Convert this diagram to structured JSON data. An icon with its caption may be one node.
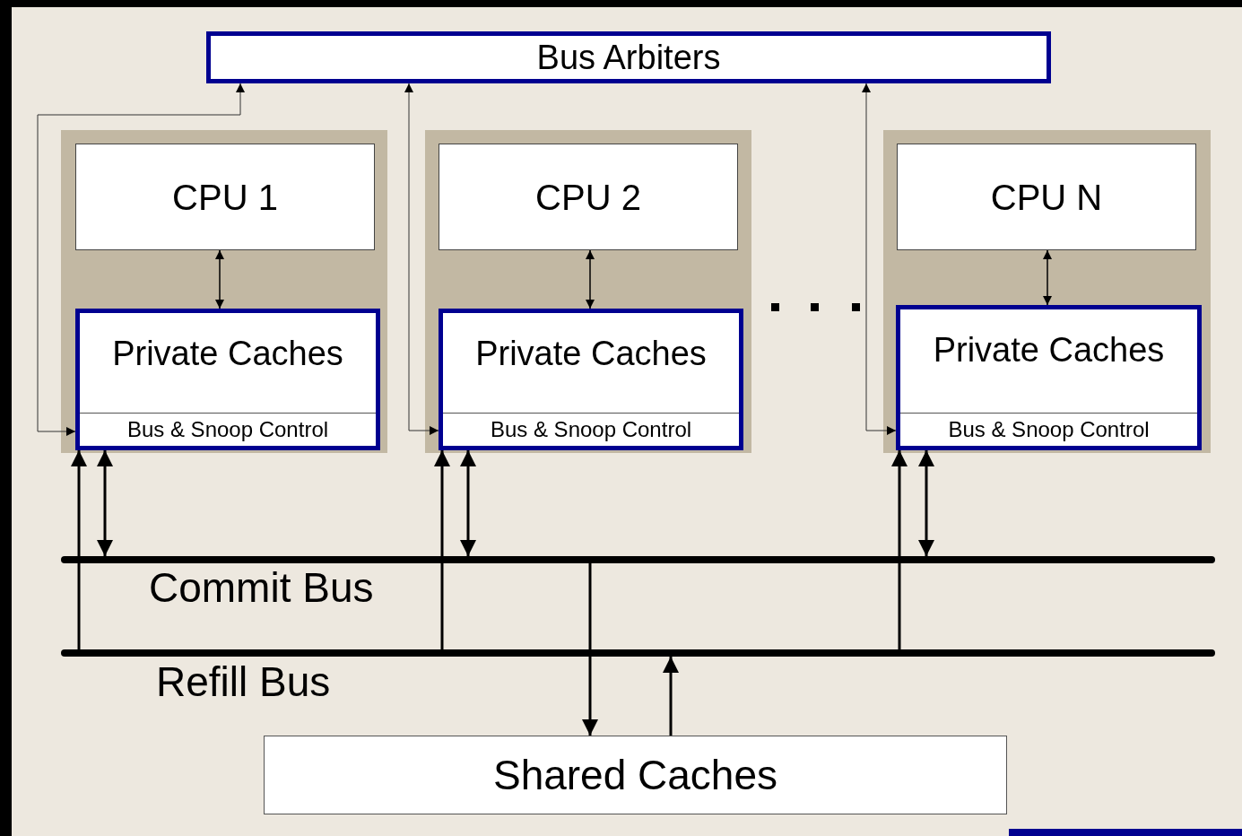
{
  "diagram": {
    "nodes": [
      {
        "text": [
          "Bus Arbiters"
        ]
      },
      {
        "text": [],
        "shape": "box"
      },
      {
        "text": [
          "CPU 1"
        ],
        "in": 1
      },
      {
        "text": [
          "Private Caches",
          "Bus & Snoop Control"
        ],
        "in": 1
      },
      {
        "text": [],
        "shape": "box"
      },
      {
        "text": [
          "CPU 2"
        ],
        "in": 4
      },
      {
        "text": [
          "Private Caches",
          "Bus & Snoop Control"
        ],
        "in": 4
      },
      {
        "text": [],
        "shape": "box"
      },
      {
        "text": [
          "CPU N"
        ],
        "in": 7
      },
      {
        "text": [
          "Private Caches",
          "Bus & Snoop Control"
        ],
        "in": 7
      },
      {
        "text": [],
        "shape": "bar",
        "beside": [
          "Commit Bus"
        ]
      },
      {
        "text": [],
        "shape": "bar",
        "beside": [
          "Refill Bus"
        ]
      },
      {
        "text": [
          "Shared Caches"
        ]
      }
    ],
    "edges": [
      {
        "from": 2,
        "to": 3,
        "arrow": "both"
      },
      {
        "from": 5,
        "to": 6,
        "arrow": "both"
      },
      {
        "from": 8,
        "to": 9,
        "arrow": "both"
      },
      {
        "from": 0,
        "to": 3,
        "arrow": "both"
      },
      {
        "from": 0,
        "to": 6,
        "arrow": "both"
      },
      {
        "from": 0,
        "to": 9,
        "arrow": "both"
      },
      {
        "from": 11,
        "to": 3,
        "arrow": "to"
      },
      {
        "from": 3,
        "to": 10,
        "arrow": "both"
      },
      {
        "from": 11,
        "to": 6,
        "arrow": "to"
      },
      {
        "from": 6,
        "to": 10,
        "arrow": "both"
      },
      {
        "from": 11,
        "to": 9,
        "arrow": "to"
      },
      {
        "from": 9,
        "to": 10,
        "arrow": "both"
      },
      {
        "from": 10,
        "to": 12,
        "arrow": "to"
      },
      {
        "from": 12,
        "to": 11,
        "arrow": "to"
      }
    ]
  }
}
